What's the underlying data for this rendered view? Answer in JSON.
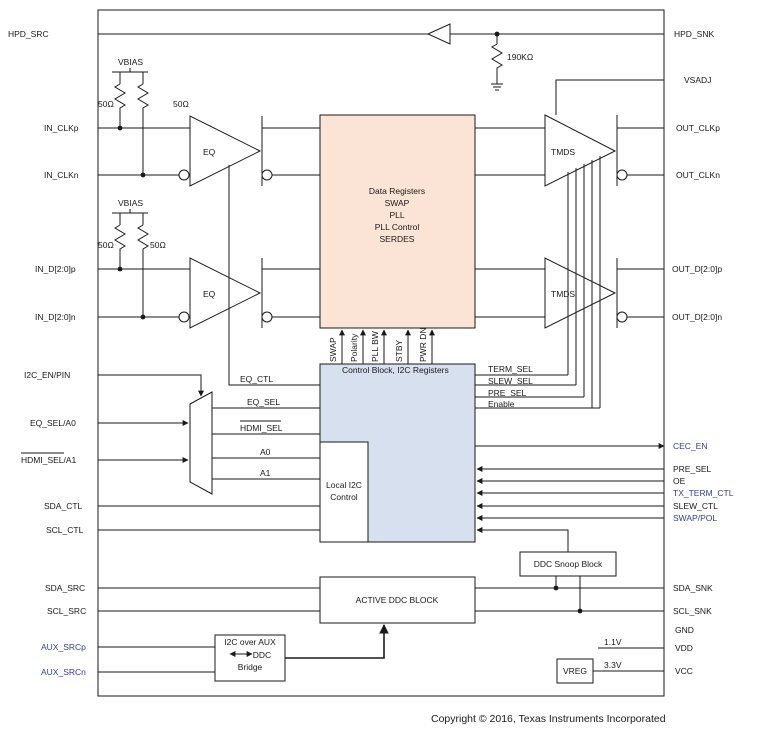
{
  "left_pins": {
    "hpd_src": "HPD_SRC",
    "in_clkp": "IN_CLKp",
    "in_clkn": "IN_CLKn",
    "in_dp": "IN_D[2:0]p",
    "in_dn": "IN_D[2:0]n",
    "i2c_en_pin": "I2C_EN/PIN",
    "eq_sel_a0": "EQ_SEL/A0",
    "hdmi_sel_a1_bar": "HDMI_SEL",
    "hdmi_sel_a1_suffix": "/A1",
    "sda_ctl": "SDA_CTL",
    "scl_ctl": "SCL_CTL",
    "sda_src": "SDA_SRC",
    "scl_src": "SCL_SRC",
    "aux_srcp": "AUX_SRCp",
    "aux_srcn": "AUX_SRCn"
  },
  "right_pins": {
    "hpd_snk": "HPD_SNK",
    "vsadj": "VSADJ",
    "out_clkp": "OUT_CLKp",
    "out_clkn": "OUT_CLKn",
    "out_dp": "OUT_D[2:0]p",
    "out_dn": "OUT_D[2:0]n",
    "cec_en": "CEC_EN",
    "pre_sel": "PRE_SEL",
    "oe": "OE",
    "tx_term_ctl": "TX_TERM_CTL",
    "slew_ctl": "SLEW_CTL",
    "swap_pol": "SWAP/POL",
    "sda_snk": "SDA_SNK",
    "scl_snk": "SCL_SNK",
    "gnd": "GND",
    "vdd": "VDD",
    "vcc": "VCC"
  },
  "passives": {
    "r_190k": "190KΩ",
    "vbias_top": "VBIAS",
    "vbias_bottom": "VBIAS",
    "r50_top_left": "50Ω",
    "r50_top_right": "50Ω",
    "r50_bot_left": "50Ω",
    "r50_bot_right": "50Ω"
  },
  "blocks": {
    "eq_top": "EQ",
    "eq_bottom": "EQ",
    "tmds_top": "TMDS",
    "tmds_bottom": "TMDS",
    "data_registers_lines": [
      "Data Registers",
      "SWAP",
      "PLL",
      "PLL Control",
      "SERDES"
    ],
    "control_block": "Control Block, I2C Registers",
    "local_i2c": [
      "Local I2C",
      "Control"
    ],
    "ddc_snoop": "DDC Snoop Block",
    "active_ddc": "ACTIVE DDC BLOCK",
    "aux_bridge": [
      "I2C over AUX",
      "DDC",
      "Bridge"
    ],
    "vreg": "VREG"
  },
  "signals": {
    "vertical_ctrl": [
      "SWAP",
      "Polarity",
      "PLL BW",
      "STBY",
      "PWR DN"
    ],
    "eq_ctl": "EQ_CTL",
    "eq_sel": "EQ_SEL",
    "hdmi_sel": "HDMI_SEL",
    "a0": "A0",
    "a1": "A1",
    "term_sel": "TERM_SEL",
    "slew_sel": "SLEW_SEL",
    "pre_sel": "PRE_SEL",
    "enable": "Enable",
    "v11": "1.1V",
    "v33": "3.3V"
  },
  "copyright": "Copyright © 2016, Texas Instruments Incorporated",
  "colors": {
    "data_registers_fill": "#fbe4d5",
    "control_block_fill": "#d6e0ef",
    "blue_label": "#2f3f9f"
  }
}
